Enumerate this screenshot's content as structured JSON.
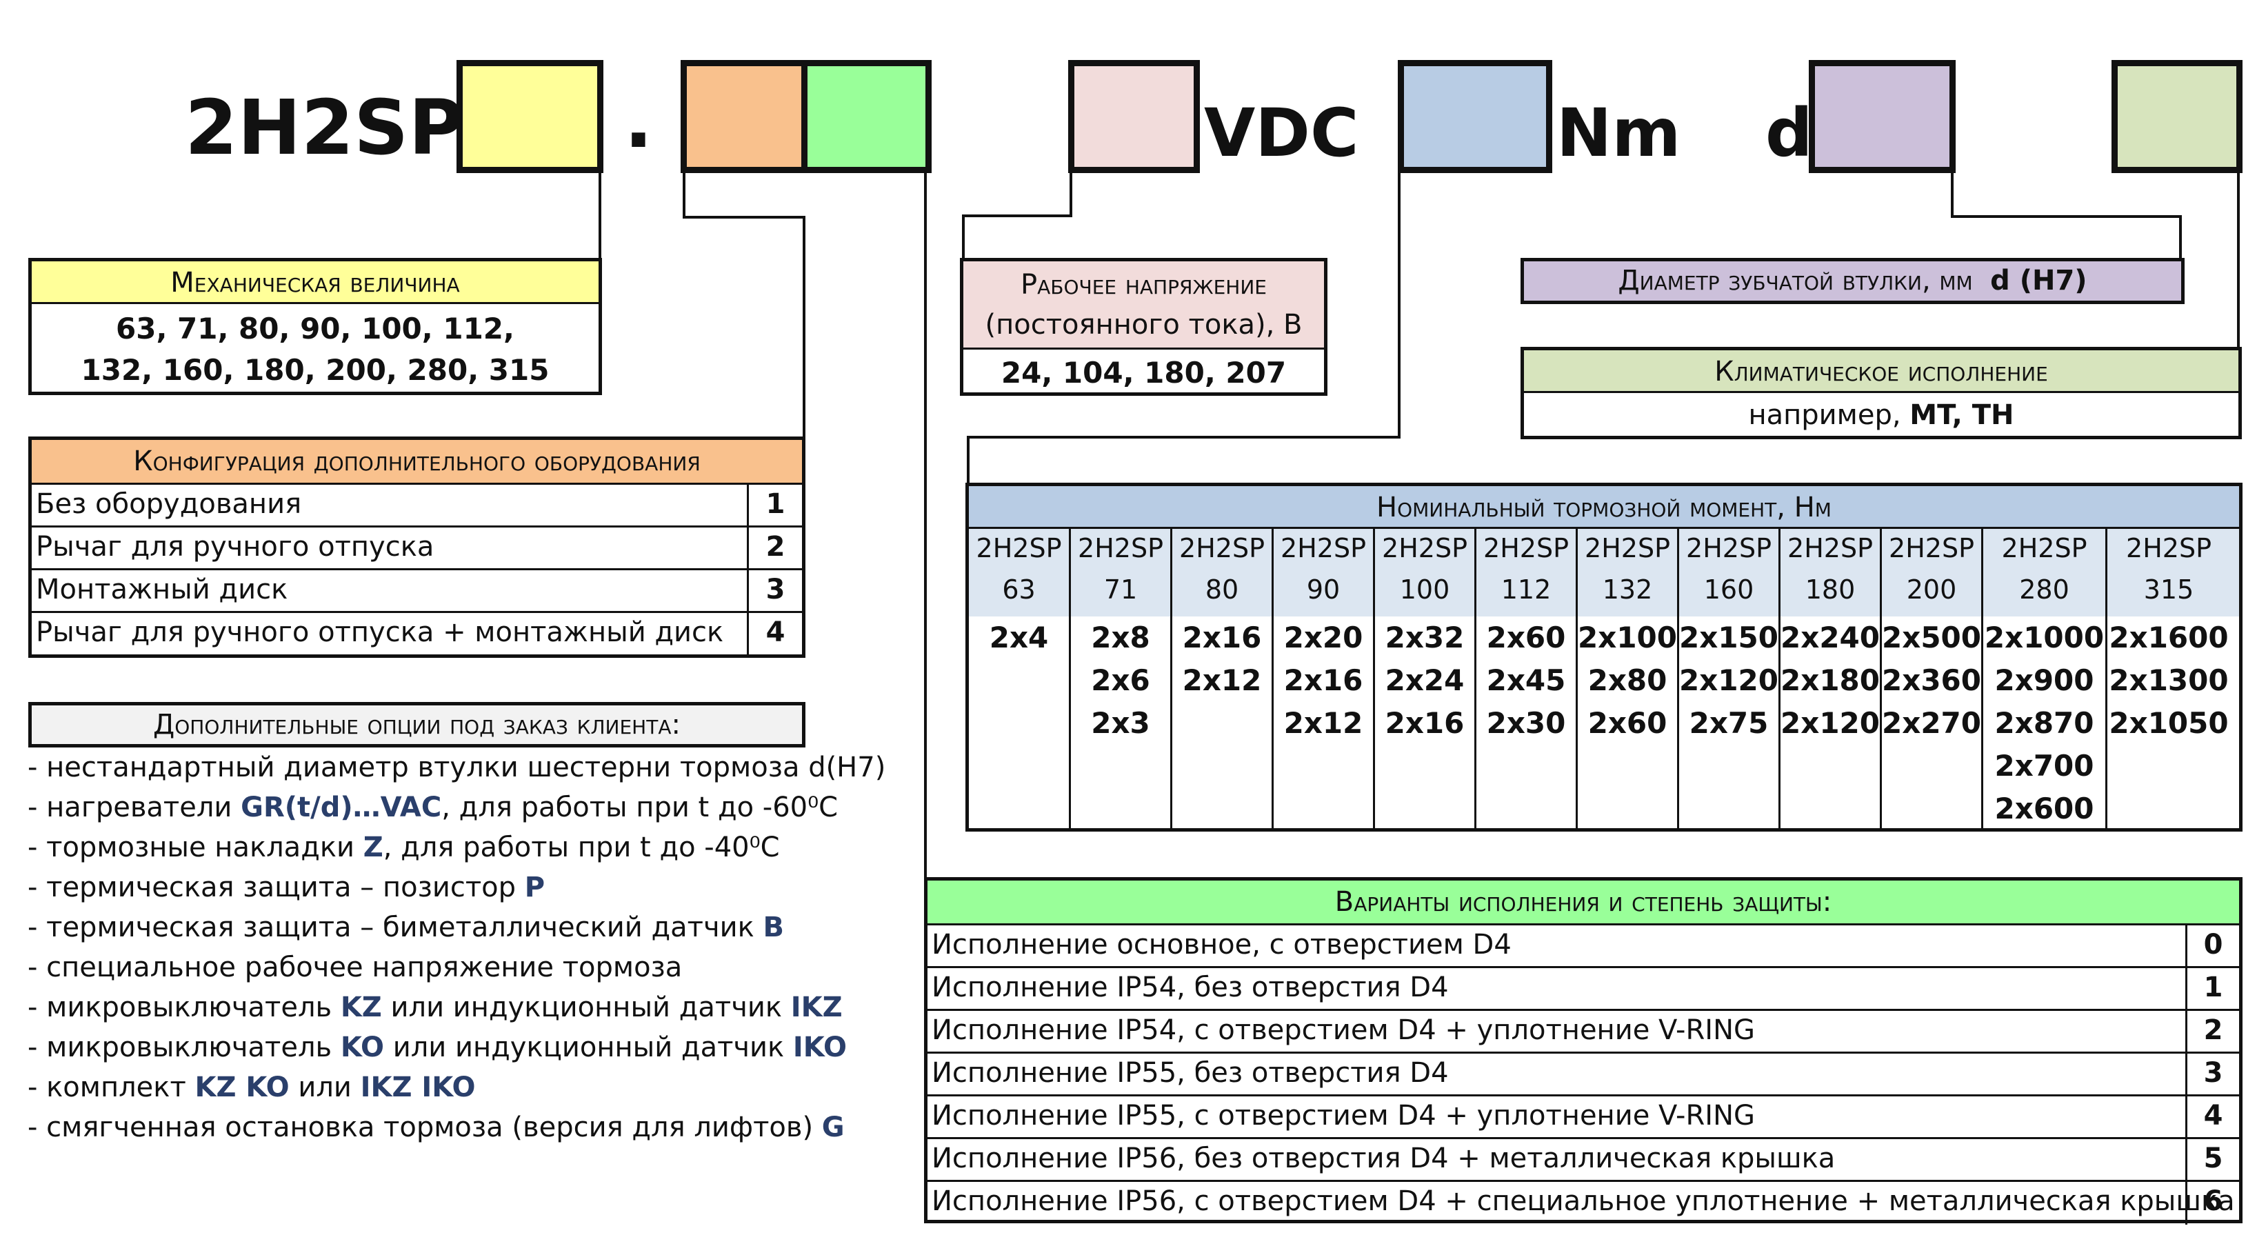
{
  "code": {
    "prefix": "2H2SP",
    "dot": ".",
    "vdc": "VDC",
    "nm": "Nm",
    "d": "d"
  },
  "colors": {
    "mech": "#ffff99",
    "config": "#f9c18d",
    "variant": "#99ff99",
    "voltage": "#f2dcdb",
    "torque": "#b8cce4",
    "diameter": "#ccc0da",
    "climate": "#d7e4bd",
    "options_header": "#f2f2f2",
    "option_highlight": "#2a3f6b"
  },
  "mech": {
    "header": "Механическая  величина",
    "line1": "63, 71, 80, 90, 100, 112,",
    "line2": "132, 160, 180, 200,  280, 315"
  },
  "config": {
    "header": "Конфигурация дополнительного оборудования",
    "rows": [
      {
        "label": "Без оборудования",
        "num": "1"
      },
      {
        "label": "Рычаг для ручного отпуска",
        "num": "2"
      },
      {
        "label": "Монтажный диск",
        "num": "3"
      },
      {
        "label": "Рычаг для ручного отпуска + монтажный диск",
        "num": "4"
      }
    ]
  },
  "options": {
    "header": "Дополнительные опции  под заказ клиента:",
    "items": [
      {
        "pre": "- нестандартный  диаметр втулки шестерни тормоза d(H7)",
        "hl": "",
        "post": ""
      },
      {
        "pre": "- нагреватели  ",
        "hl": "GR(t/d)…VAC",
        "post": ", для работы при t до -60⁰С"
      },
      {
        "pre": "- тормозные накладки  ",
        "hl": "Z",
        "post": ", для работы при t до -40⁰С"
      },
      {
        "pre": "- термическая  защита – позистор ",
        "hl": "P",
        "post": ""
      },
      {
        "pre": "- термическая  защита – биметаллический датчик ",
        "hl": "B",
        "post": ""
      },
      {
        "pre": "- специальное рабочее напряжение тормоза",
        "hl": "",
        "post": ""
      },
      {
        "pre": "- микровыключатель ",
        "hl": "KZ",
        "post": " или индукционный датчик ",
        "hl2": "IKZ"
      },
      {
        "pre": "- микровыключатель ",
        "hl": "KO",
        "post": " или индукционный датчик ",
        "hl2": "IKO"
      },
      {
        "pre": "- комплект ",
        "hl": "KZ KO",
        "post": " или ",
        "hl2": "IKZ IKO"
      },
      {
        "pre": "- смягченная остановка тормоза (версия для лифтов)  ",
        "hl": "G",
        "post": ""
      }
    ]
  },
  "voltage": {
    "header1": "Рабочее  напряжение",
    "header2": "(постоянного тока), В",
    "values": "24, 104, 180, 207"
  },
  "diameter": {
    "header": "Диаметр зубчатой втулки, мм",
    "code": "d (H7)"
  },
  "climate": {
    "header": "Климатическое исполнение",
    "example_pre": "например, ",
    "example_codes": "MT, TH"
  },
  "torque": {
    "header": "Номинальный тормозной момент, Нм",
    "columns": [
      {
        "model": "2H2SP",
        "size": "63",
        "values": [
          "2x4"
        ]
      },
      {
        "model": "2H2SP",
        "size": "71",
        "values": [
          "2x8",
          "2x6",
          "2x3"
        ]
      },
      {
        "model": "2H2SP",
        "size": "80",
        "values": [
          "2x16",
          "2x12"
        ]
      },
      {
        "model": "2H2SP",
        "size": "90",
        "values": [
          "2x20",
          "2x16",
          "2x12"
        ]
      },
      {
        "model": "2H2SP",
        "size": "100",
        "values": [
          "2x32",
          "2x24",
          "2x16"
        ]
      },
      {
        "model": "2H2SP",
        "size": "112",
        "values": [
          "2x60",
          "2x45",
          "2x30"
        ]
      },
      {
        "model": "2H2SP",
        "size": "132",
        "values": [
          "2x100",
          "2x80",
          "2x60"
        ]
      },
      {
        "model": "2H2SP",
        "size": "160",
        "values": [
          "2x150",
          "2x120",
          "2x75"
        ]
      },
      {
        "model": "2H2SP",
        "size": "180",
        "values": [
          "2x240",
          "2x180",
          "2x120"
        ]
      },
      {
        "model": "2H2SP",
        "size": "200",
        "values": [
          "2x500",
          "2x360",
          "2x270"
        ]
      },
      {
        "model": "2H2SP",
        "size": "280",
        "values": [
          "2x1000",
          "2x900",
          "2x870",
          "2x700",
          "2x600"
        ]
      },
      {
        "model": "2H2SP",
        "size": "315",
        "values": [
          "2x1600",
          "2x1300",
          "2x1050"
        ]
      }
    ]
  },
  "variants": {
    "header": "Варианты исполнения и степень защиты:",
    "rows": [
      {
        "label": "Исполнение основное, с отверстием D4",
        "num": "0"
      },
      {
        "label": "Исполнение IP54, без отверстия D4",
        "num": "1"
      },
      {
        "label": "Исполнение IP54, с отверстием D4 + уплотнение V-RING",
        "num": "2"
      },
      {
        "label": "Исполнение IP55, без отверстия D4",
        "num": "3"
      },
      {
        "label": "Исполнение IP55, с отверстием D4 + уплотнение V-RING",
        "num": "4"
      },
      {
        "label": "Исполнение IP56, без отверстия D4 + металлическая крышка",
        "num": "5"
      },
      {
        "label": "Исполнение IP56, с отверстием D4 + специальное уплотнение + металлическая крышка",
        "num": "6"
      }
    ]
  }
}
